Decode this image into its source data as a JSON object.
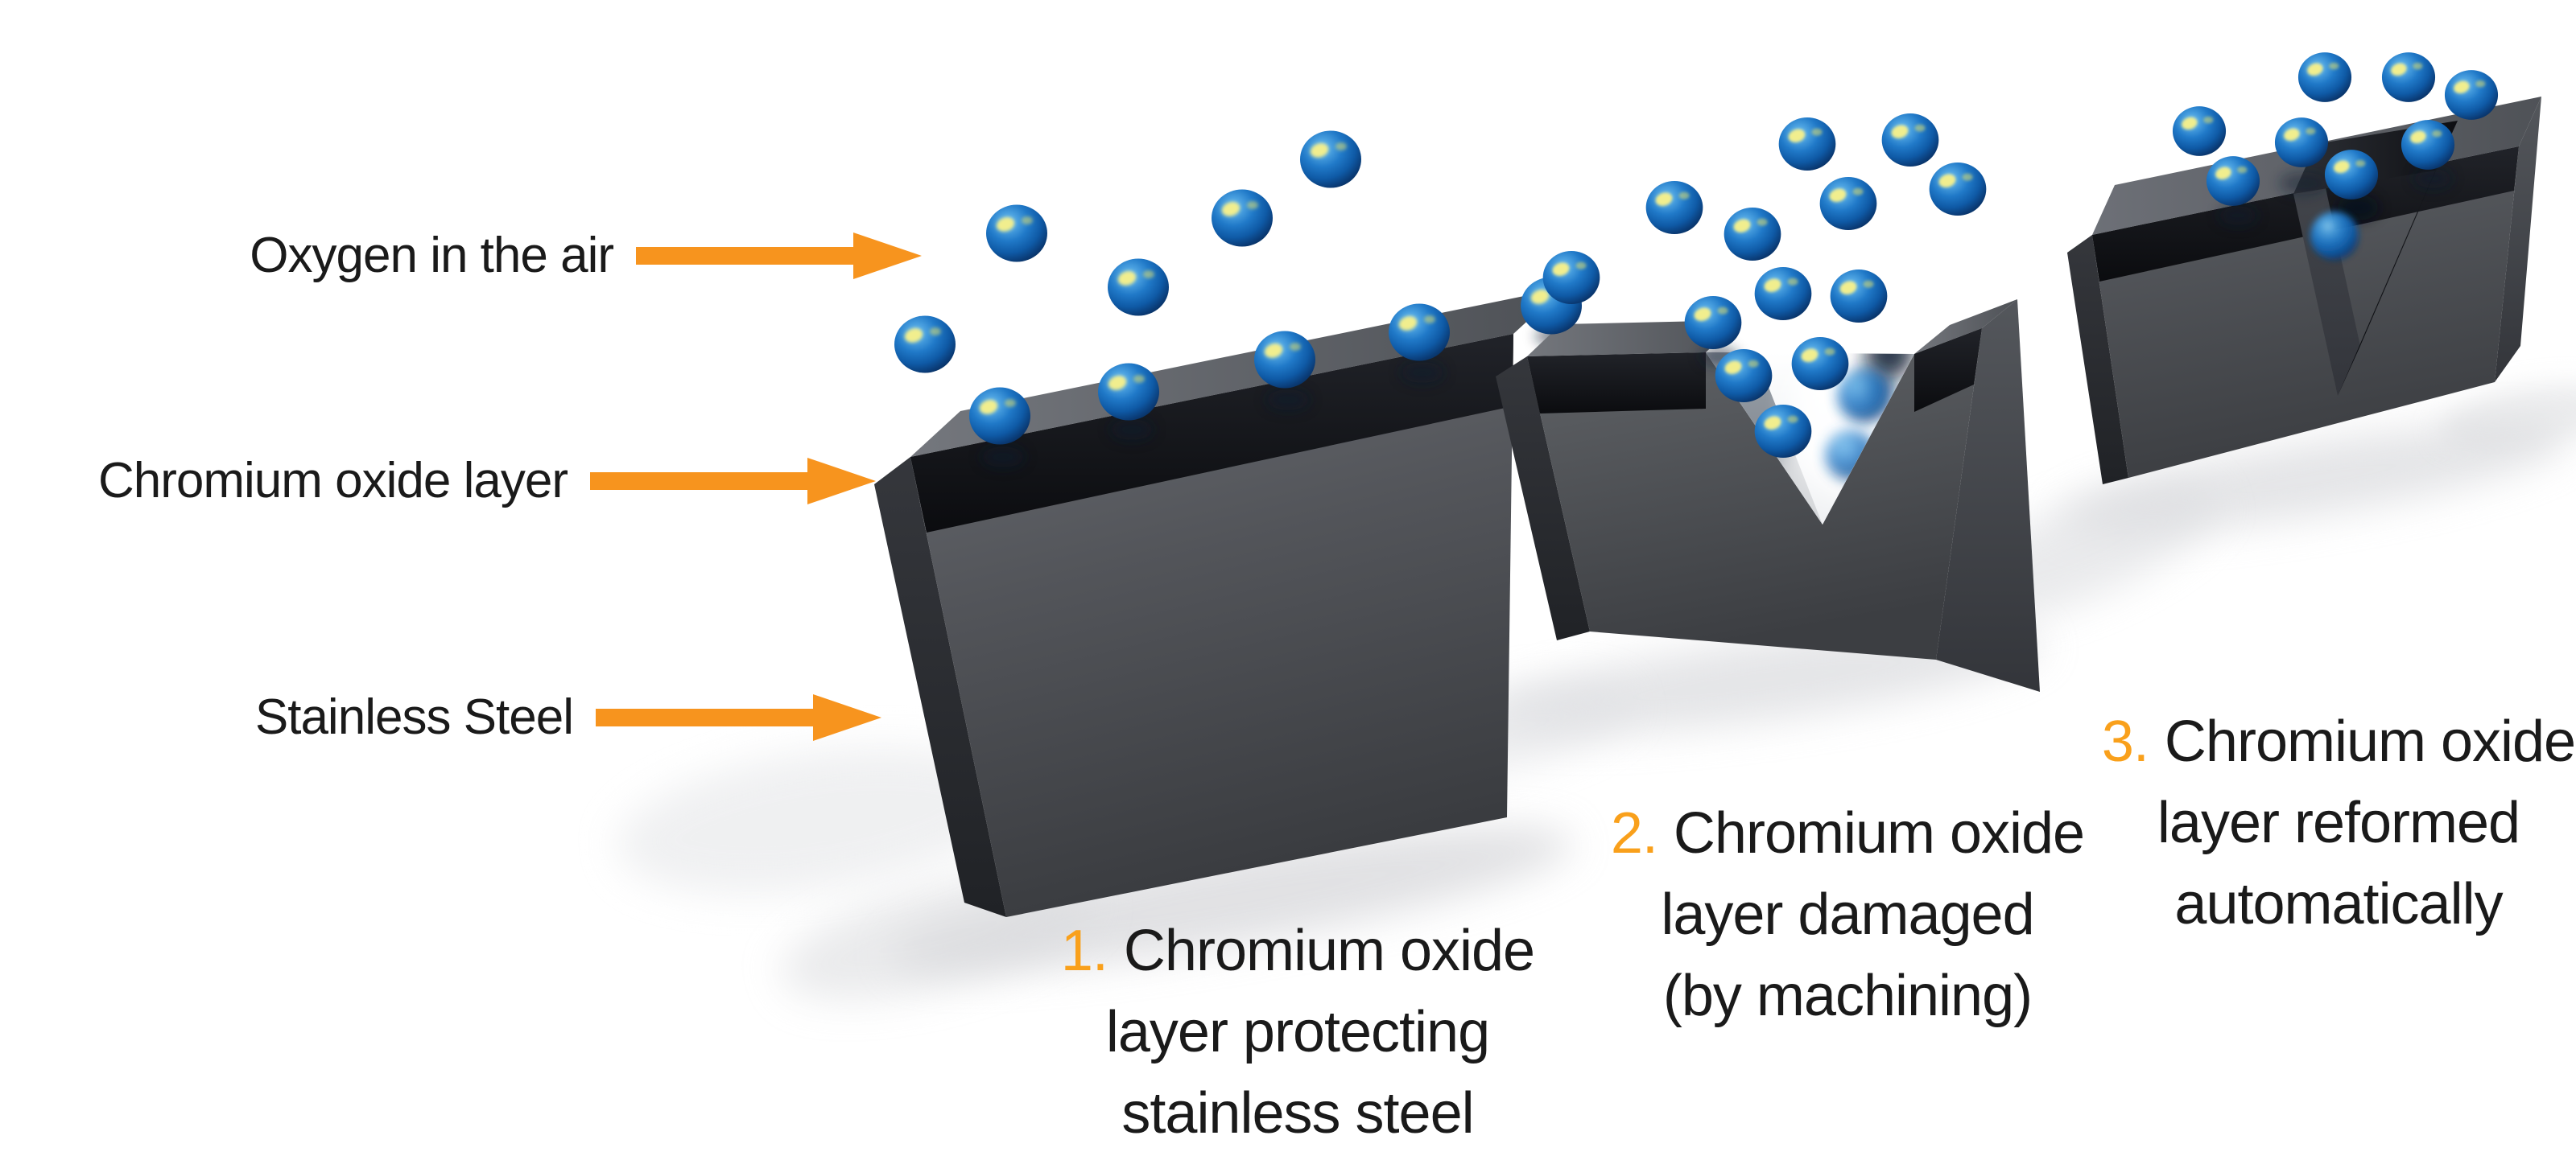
{
  "colors": {
    "background": "#ffffff",
    "accent_orange": "#f7941e",
    "caption_number_orange": "#f9a01b",
    "text_black": "#1a1a1a",
    "molecule_blue": "#1b6cbd",
    "molecule_highlight_yellow": "#f0ed8a",
    "steel_gray_light": "#6a6d72",
    "steel_gray_dark": "#3b3d41",
    "oxide_layer_black": "#101114",
    "exposed_steel_white": "#ffffff"
  },
  "left_labels": {
    "items": [
      {
        "text": "Oxygen in the air",
        "icon": "arrow-right-icon"
      },
      {
        "text": "Chromium oxide layer",
        "icon": "arrow-right-icon"
      },
      {
        "text": "Stainless Steel",
        "icon": "arrow-right-icon"
      }
    ]
  },
  "captions": [
    {
      "number": "1.",
      "line1": "Chromium oxide",
      "line2": "layer protecting",
      "line3": "stainless steel"
    },
    {
      "number": "2.",
      "line1": "Chromium oxide",
      "line2": "layer damaged",
      "line3": "(by machining)"
    },
    {
      "number": "3.",
      "line1": "Chromium oxide",
      "line2": "layer reformed",
      "line3": "automatically"
    }
  ],
  "illustration": {
    "molecule_icon": "oxygen-molecule-icon",
    "blocks": [
      {
        "name": "intact-steel-block",
        "molecule_count": 10
      },
      {
        "name": "damaged-steel-block-v-notch",
        "molecule_count": 15
      },
      {
        "name": "reformed-steel-block-v-notch",
        "molecule_count": 9
      }
    ]
  }
}
